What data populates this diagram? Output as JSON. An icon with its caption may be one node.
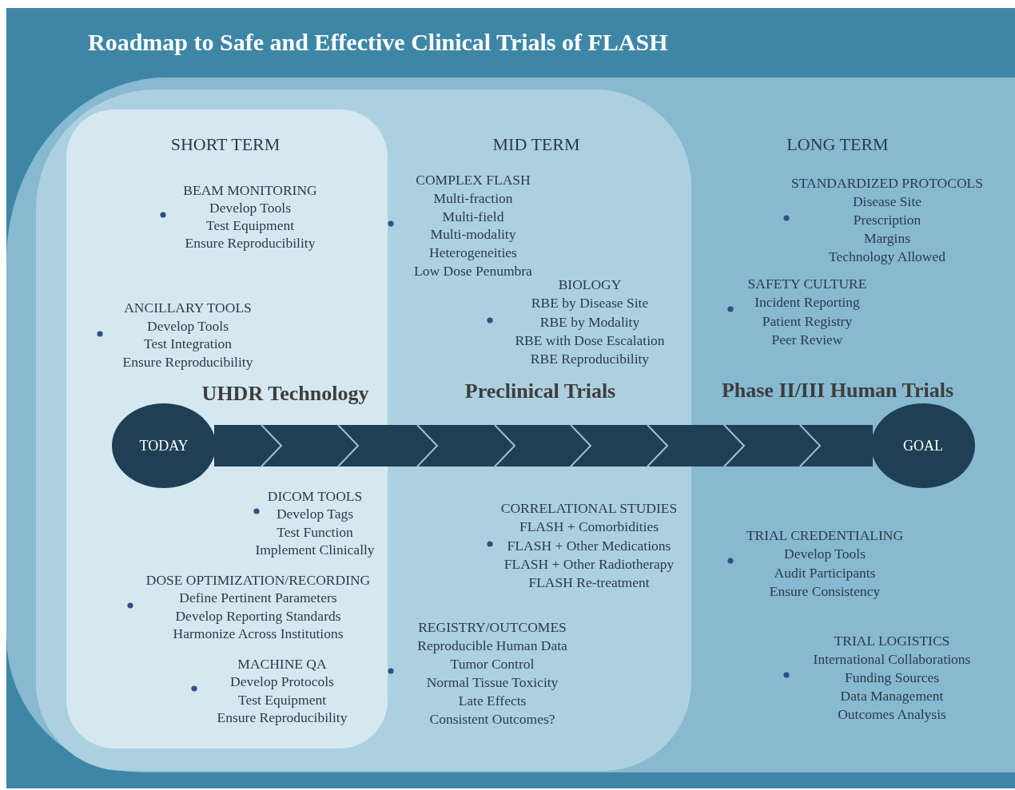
{
  "diagram": {
    "title": "Roadmap to Safe and Effective Clinical Trials of FLASH",
    "nodes": [
      {
        "text": [
          "LONG TERM",
          "Phase II/III Human Trials"
        ]
      },
      {
        "text": [
          "MID TERM",
          "Preclinical Trials"
        ],
        "in": 0
      },
      {
        "text": [
          "SHORT TERM",
          "UHDR Technology"
        ],
        "in": 1
      },
      {
        "text": [
          "TODAY"
        ],
        "in": 2
      },
      {
        "text": [
          "GOAL"
        ],
        "in": 0
      }
    ],
    "edges": [
      {
        "from": 3,
        "to": 4,
        "arrow": "to"
      }
    ],
    "labels": [
      "BEAM MONITORING",
      "Develop Tools",
      "Test Equipment",
      "Ensure Reproducibility",
      "COMPLEX FLASH",
      "Multi-fraction",
      "Multi-field",
      "Multi-modality",
      "Heterogeneities",
      "Low Dose Penumbra",
      "STANDARDIZED PROTOCOLS",
      "Disease Site",
      "Prescription",
      "Margins",
      "Technology Allowed",
      "BIOLOGY",
      "RBE by Disease Site",
      "RBE by Modality",
      "RBE with Dose Escalation",
      "RBE Reproducibility",
      "SAFETY CULTURE",
      "Incident Reporting",
      "Patient Registry",
      "Peer Review",
      "ANCILLARY TOOLS",
      "Develop Tools",
      "Test Integration",
      "Ensure Reproducibility",
      "DICOM TOOLS",
      "Develop Tags",
      "Test Function",
      "Implement Clinically",
      "CORRELATIONAL STUDIES",
      "FLASH + Comorbidities",
      "FLASH + Other Medications",
      "FLASH + Other Radiotherapy",
      "FLASH Re-treatment",
      "TRIAL CREDENTIALING",
      "Develop Tools",
      "Audit Participants",
      "Ensure Consistency",
      "DOSE OPTIMIZATION/RECORDING",
      "Define Pertinent Parameters",
      "Develop Reporting Standards",
      "Harmonize Across Institutions",
      "REGISTRY/OUTCOMES",
      "Reproducible Human Data",
      "Tumor Control",
      "Normal Tissue Toxicity",
      "Late Effects",
      "Consistent Outcomes?",
      "TRIAL LOGISTICS",
      "International Collaborations",
      "Funding Sources",
      "Data Management",
      "Outcomes Analysis",
      "MACHINE QA",
      "Develop Protocols",
      "Test Equipment",
      "Ensure Reproducibility"
    ]
  }
}
